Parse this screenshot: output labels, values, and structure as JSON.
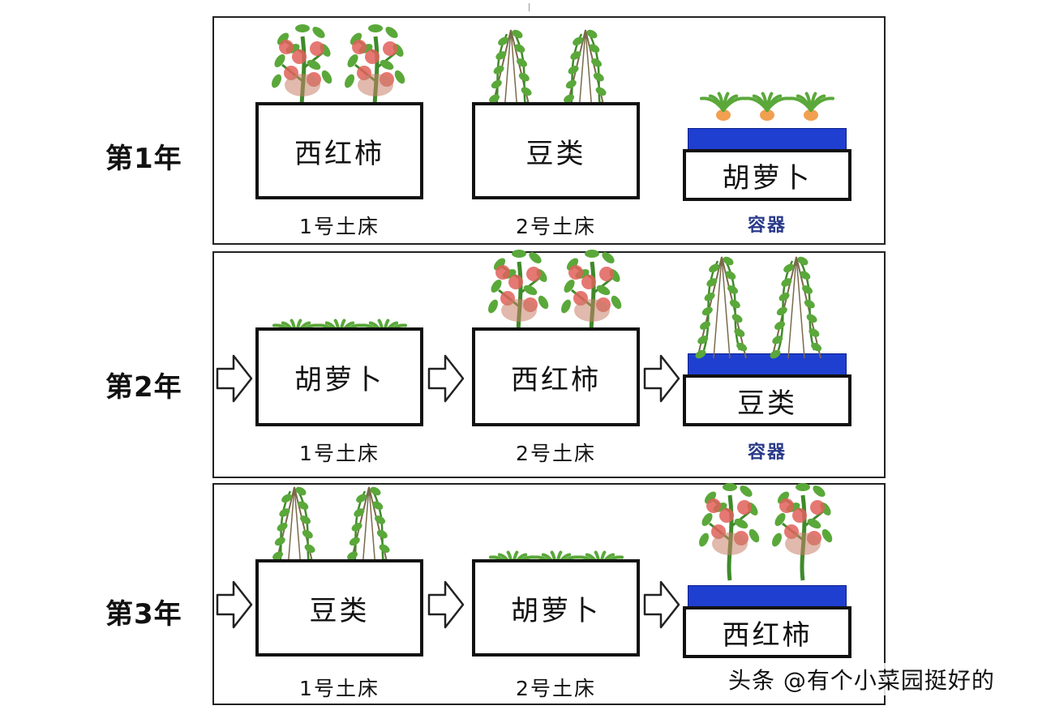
{
  "years": [
    {
      "label": "第1年",
      "slots": [
        {
          "crop": "西红柿",
          "caption": "1号土床",
          "kind": "bed",
          "plant": "tomato"
        },
        {
          "crop": "豆类",
          "caption": "2号土床",
          "kind": "bed",
          "plant": "bean"
        },
        {
          "crop": "胡萝卜",
          "caption": "容器",
          "kind": "container",
          "plant": "carrot"
        }
      ]
    },
    {
      "label": "第2年",
      "slots": [
        {
          "crop": "胡萝卜",
          "caption": "1号土床",
          "kind": "bed",
          "plant": "carrot"
        },
        {
          "crop": "西红柿",
          "caption": "2号土床",
          "kind": "bed",
          "plant": "tomato"
        },
        {
          "crop": "豆类",
          "caption": "容器",
          "kind": "container",
          "plant": "bean"
        }
      ]
    },
    {
      "label": "第3年",
      "slots": [
        {
          "crop": "豆类",
          "caption": "1号土床",
          "kind": "bed",
          "plant": "bean"
        },
        {
          "crop": "胡萝卜",
          "caption": "2号土床",
          "kind": "bed",
          "plant": "carrot"
        },
        {
          "crop": "西红柿",
          "caption": "",
          "kind": "container",
          "plant": "tomato"
        }
      ]
    }
  ],
  "watermark": "头条 @有个小菜园挺好的",
  "colors": {
    "container_blue": "#1f3fd0",
    "leaf_green": "#5aa83a",
    "stem_green": "#3f8a2a",
    "tomato_red": "#e0605a",
    "carrot_orange": "#f0a050",
    "caption_blue": "#2a3a8a"
  }
}
